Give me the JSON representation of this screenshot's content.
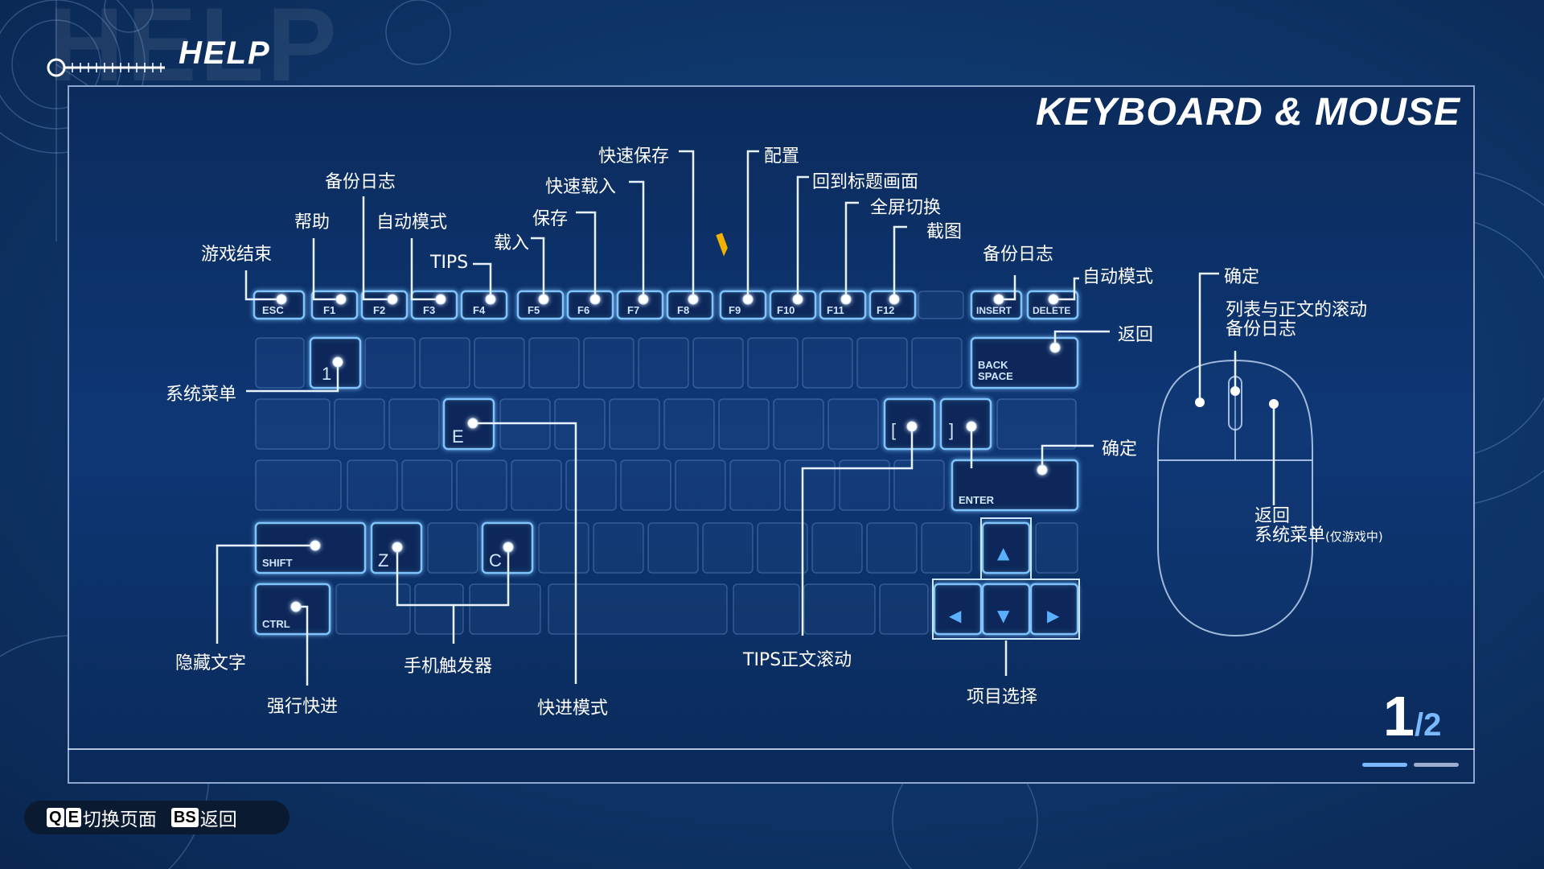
{
  "header": {
    "title": "HELP",
    "bg_text": "HELP"
  },
  "panel": {
    "title": "KEYBOARD & MOUSE",
    "page_current": "1",
    "page_sep": "/",
    "page_total": "2"
  },
  "keys": {
    "esc": "ESC",
    "f1": "F1",
    "f2": "F2",
    "f3": "F3",
    "f4": "F4",
    "f5": "F5",
    "f6": "F6",
    "f7": "F7",
    "f8": "F8",
    "f9": "F9",
    "f10": "F10",
    "f11": "F11",
    "f12": "F12",
    "insert": "INSERT",
    "delete": "DELETE",
    "one": "1",
    "backspace1": "BACK",
    "backspace2": "SPACE",
    "e": "E",
    "lbracket": "[",
    "rbracket": "]",
    "enter": "ENTER",
    "shift": "SHIFT",
    "z": "Z",
    "c": "C",
    "ctrl": "CTRL",
    "up": "▲",
    "left": "◀",
    "down": "▼",
    "right": "▶"
  },
  "labels": {
    "esc": "游戏结束",
    "f1": "帮助",
    "f2": "备份日志",
    "f3": "自动模式",
    "f4": "TIPS",
    "f5": "载入",
    "f6": "保存",
    "f7": "快速载入",
    "f8": "快速保存",
    "f9": "配置",
    "f10": "回到标题画面",
    "f11": "全屏切换",
    "f12": "截图",
    "insert": "备份日志",
    "delete": "自动模式",
    "backspace": "返回",
    "one": "系统菜单",
    "enter": "确定",
    "shift": "隐藏文字",
    "ctrl": "强行快进",
    "zc": "手机触发器",
    "e": "快进模式",
    "brackets": "TIPS正文滚动",
    "arrows": "项目选择",
    "mouse_left": "确定",
    "mouse_wheel_1": "列表与正文的滚动",
    "mouse_wheel_2": "备份日志",
    "mouse_right_1": "返回",
    "mouse_right_2": "系统菜单",
    "mouse_right_note": "(仅游戏中)"
  },
  "footer": {
    "key_q": "Q",
    "key_e": "E",
    "switch_label": "切换页面",
    "key_bs": "BS",
    "back_label": "返回"
  },
  "colors": {
    "accent": "#4aa3ff",
    "key_glow": "#7fc4ff",
    "bg": "#0f3a70"
  }
}
